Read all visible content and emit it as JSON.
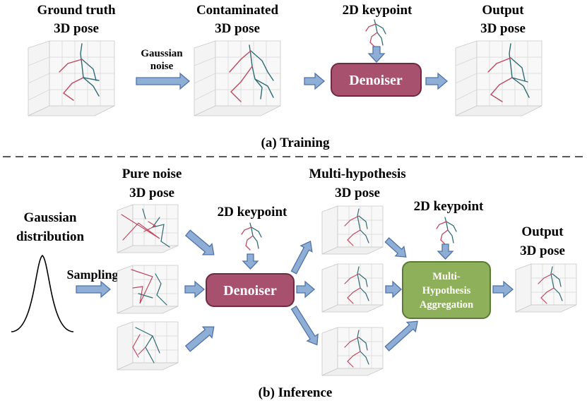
{
  "training": {
    "gt_label_line1": "Ground truth",
    "gt_label_line2": "3D pose",
    "noise_label_line1": "Gaussian",
    "noise_label_line2": "noise",
    "cont_label_line1": "Contaminated",
    "cont_label_line2": "3D pose",
    "kp_label": "2D keypoint",
    "denoiser_label": "Denoiser",
    "out_label_line1": "Output",
    "out_label_line2": "3D pose",
    "caption": "(a) Training"
  },
  "inference": {
    "gauss_label_line1": "Gaussian",
    "gauss_label_line2": "distribution",
    "sampling_label": "Sampling",
    "pure_label_line1": "Pure noise",
    "pure_label_line2": "3D pose",
    "kp_label": "2D keypoint",
    "denoiser_label": "Denoiser",
    "mh_label_line1": "Multi-hypothesis",
    "mh_label_line2": "3D pose",
    "kp2_label": "2D keypoint",
    "agg_line1": "Multi-",
    "agg_line2": "Hypothesis",
    "agg_line3": "Aggregation",
    "out_label_line1": "Output",
    "out_label_line2": "3D pose",
    "caption": "(b) Inference"
  },
  "colors": {
    "denoiser_fill": "#a8516e",
    "denoiser_border": "#6e2a42",
    "aggregation_fill": "#8fb05a",
    "aggregation_border": "#5b7a35",
    "arrow_fill": "#8eaed6",
    "arrow_border": "#4f73a8",
    "pose_red": "#c0485f",
    "pose_teal": "#2f6b74"
  }
}
